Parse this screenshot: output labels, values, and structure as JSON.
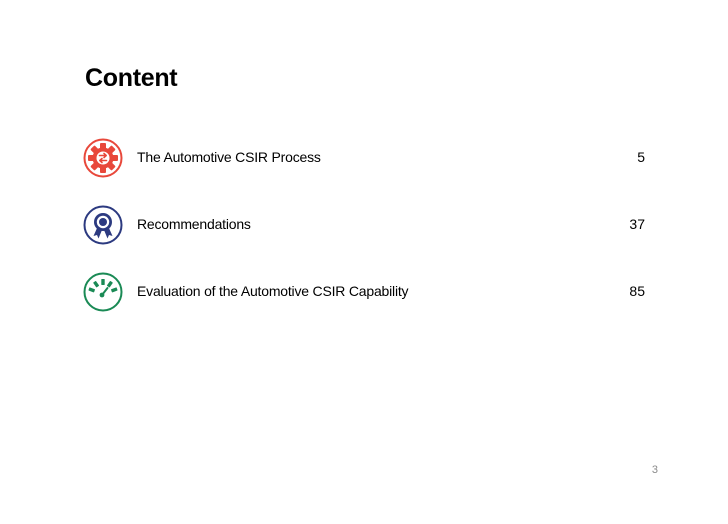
{
  "title": "Content",
  "colors": {
    "icon_red": "#e8483b",
    "icon_navy": "#2c3a80",
    "icon_green": "#1a8a55"
  },
  "toc": [
    {
      "label": "The Automotive CSIR Process",
      "page": "5",
      "icon": "gear-arrows-icon"
    },
    {
      "label": "Recommendations",
      "page": "37",
      "icon": "award-ribbon-icon"
    },
    {
      "label": "Evaluation of the Automotive CSIR Capability",
      "page": "85",
      "icon": "speedometer-icon"
    }
  ],
  "page_number": "3"
}
